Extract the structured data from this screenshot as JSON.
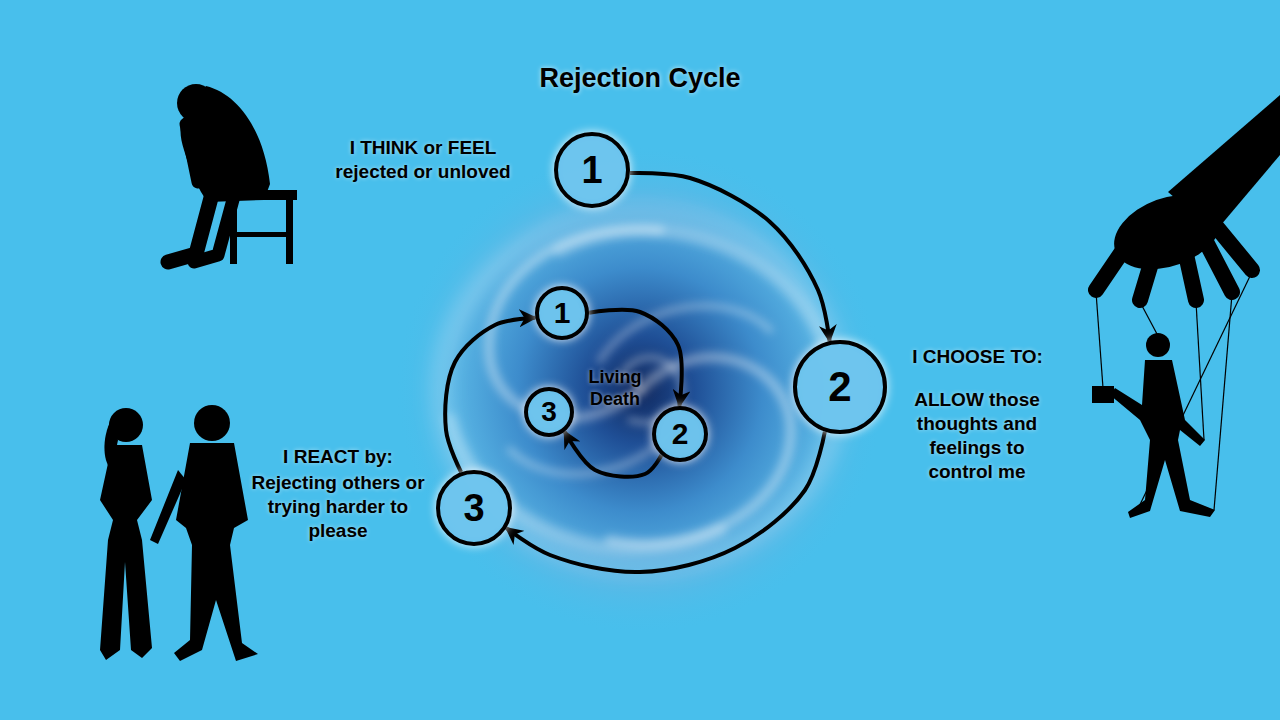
{
  "diagram": {
    "title": "Rejection Cycle",
    "nodes": [
      {
        "text": [
          "1",
          "I THINK or FEEL rejected or unloved"
        ]
      },
      {
        "text": [
          "2",
          "I CHOOSE TO:",
          "ALLOW those thoughts and feelings to control me"
        ]
      },
      {
        "text": [
          "3",
          "I REACT by:",
          "Rejecting others or trying harder to please"
        ]
      },
      {
        "text": [
          "1"
        ]
      },
      {
        "text": [
          "2"
        ]
      },
      {
        "text": [
          "3"
        ]
      }
    ],
    "edges": [
      {
        "from": 0,
        "to": 1,
        "arrow": "to"
      },
      {
        "from": 1,
        "to": 2,
        "arrow": "to"
      },
      {
        "from": 2,
        "to": 3,
        "arrow": "to"
      },
      {
        "from": 3,
        "to": 4,
        "arrow": "to"
      },
      {
        "from": 4,
        "to": 5,
        "arrow": "to"
      }
    ],
    "labels": [
      "Living Death"
    ]
  }
}
